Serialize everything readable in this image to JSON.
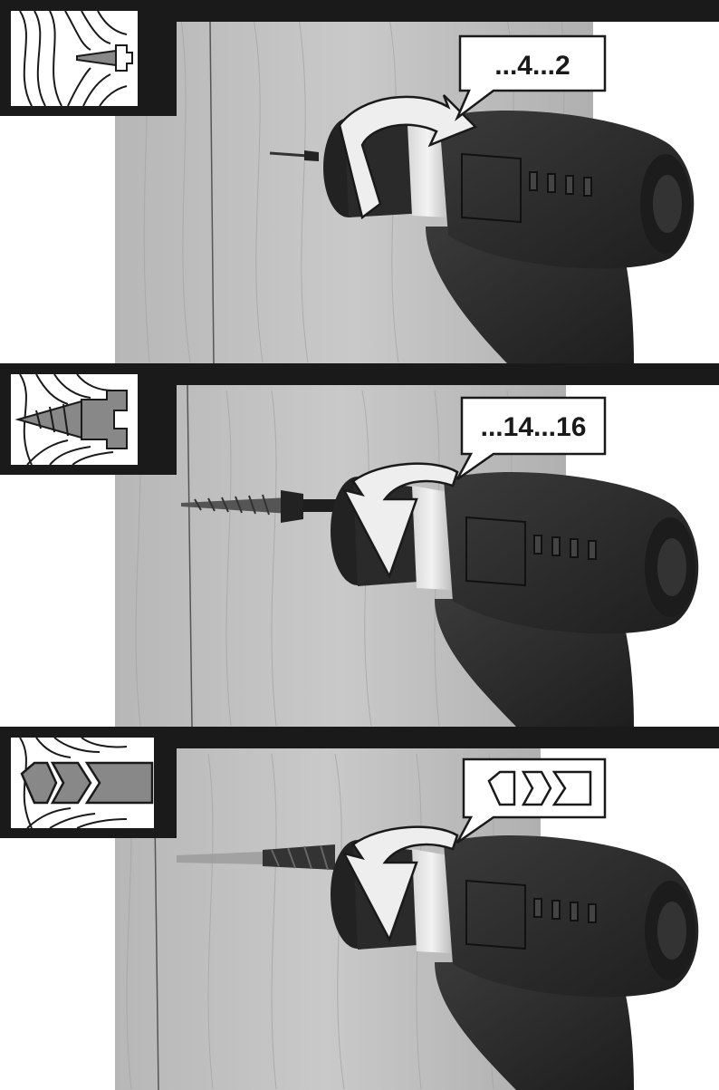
{
  "panels": [
    {
      "id": "panel-1",
      "setting_label": "...4...2",
      "application": "small-screw-softwood",
      "icon": "small-screw-in-wood-icon"
    },
    {
      "id": "panel-2",
      "setting_label": "...14...16",
      "application": "large-screw-hardwood",
      "icon": "large-screw-in-wood-icon"
    },
    {
      "id": "panel-3",
      "setting_label": "",
      "application": "drilling",
      "icon": "drill-bit-in-wood-icon",
      "callout_icon": "drill-mode-symbol-icon"
    }
  ],
  "colors": {
    "frame": "#1a1a1a",
    "wood": "#bdbdbd",
    "drill_body": "#2b2b2b",
    "arrow": "#eeeeee"
  }
}
